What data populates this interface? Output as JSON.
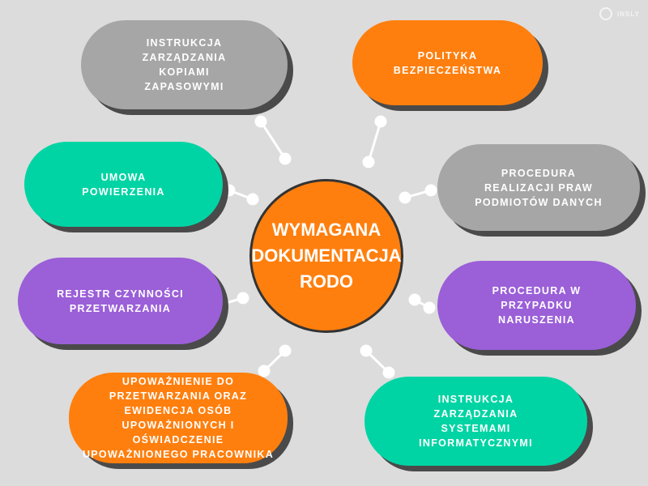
{
  "center": {
    "title": "WYMAGANA\nDOKUMENTACJA\nRODO"
  },
  "logo": {
    "text": "INSLY"
  },
  "items": [
    {
      "label": "INSTRUKCJA\nZARZĄDZANIA\nKOPIAMI\nZAPASOWYMI",
      "color": "gray"
    },
    {
      "label": "POLITYKA\nBEZPIECZEŃSTWA",
      "color": "orange"
    },
    {
      "label": "UMOWA\nPOWIERZENIA",
      "color": "teal"
    },
    {
      "label": "PROCEDURA\nREALIZACJI PRAW\nPODMIOTÓW DANYCH",
      "color": "gray"
    },
    {
      "label": "REJESTR CZYNNOŚCI\nPRZETWARZANIA",
      "color": "purple"
    },
    {
      "label": "PROCEDURA W\nPRZYPADKU\nNARUSZENIA",
      "color": "purple"
    },
    {
      "label": "UPOWAŻNIENIE DO\nPRZETWARZANIA ORAZ\nEWIDENCJA OSÓB\nUPOWAŻNIONYCH I OŚWIADCZENIE\nUPOWAŻNIONEGO PRACOWNIKA",
      "color": "orange"
    },
    {
      "label": "INSTRUKCJA\nZARZĄDZANIA\nSYSTEMAMI\nINFORMATYCZNYMI",
      "color": "teal"
    }
  ]
}
